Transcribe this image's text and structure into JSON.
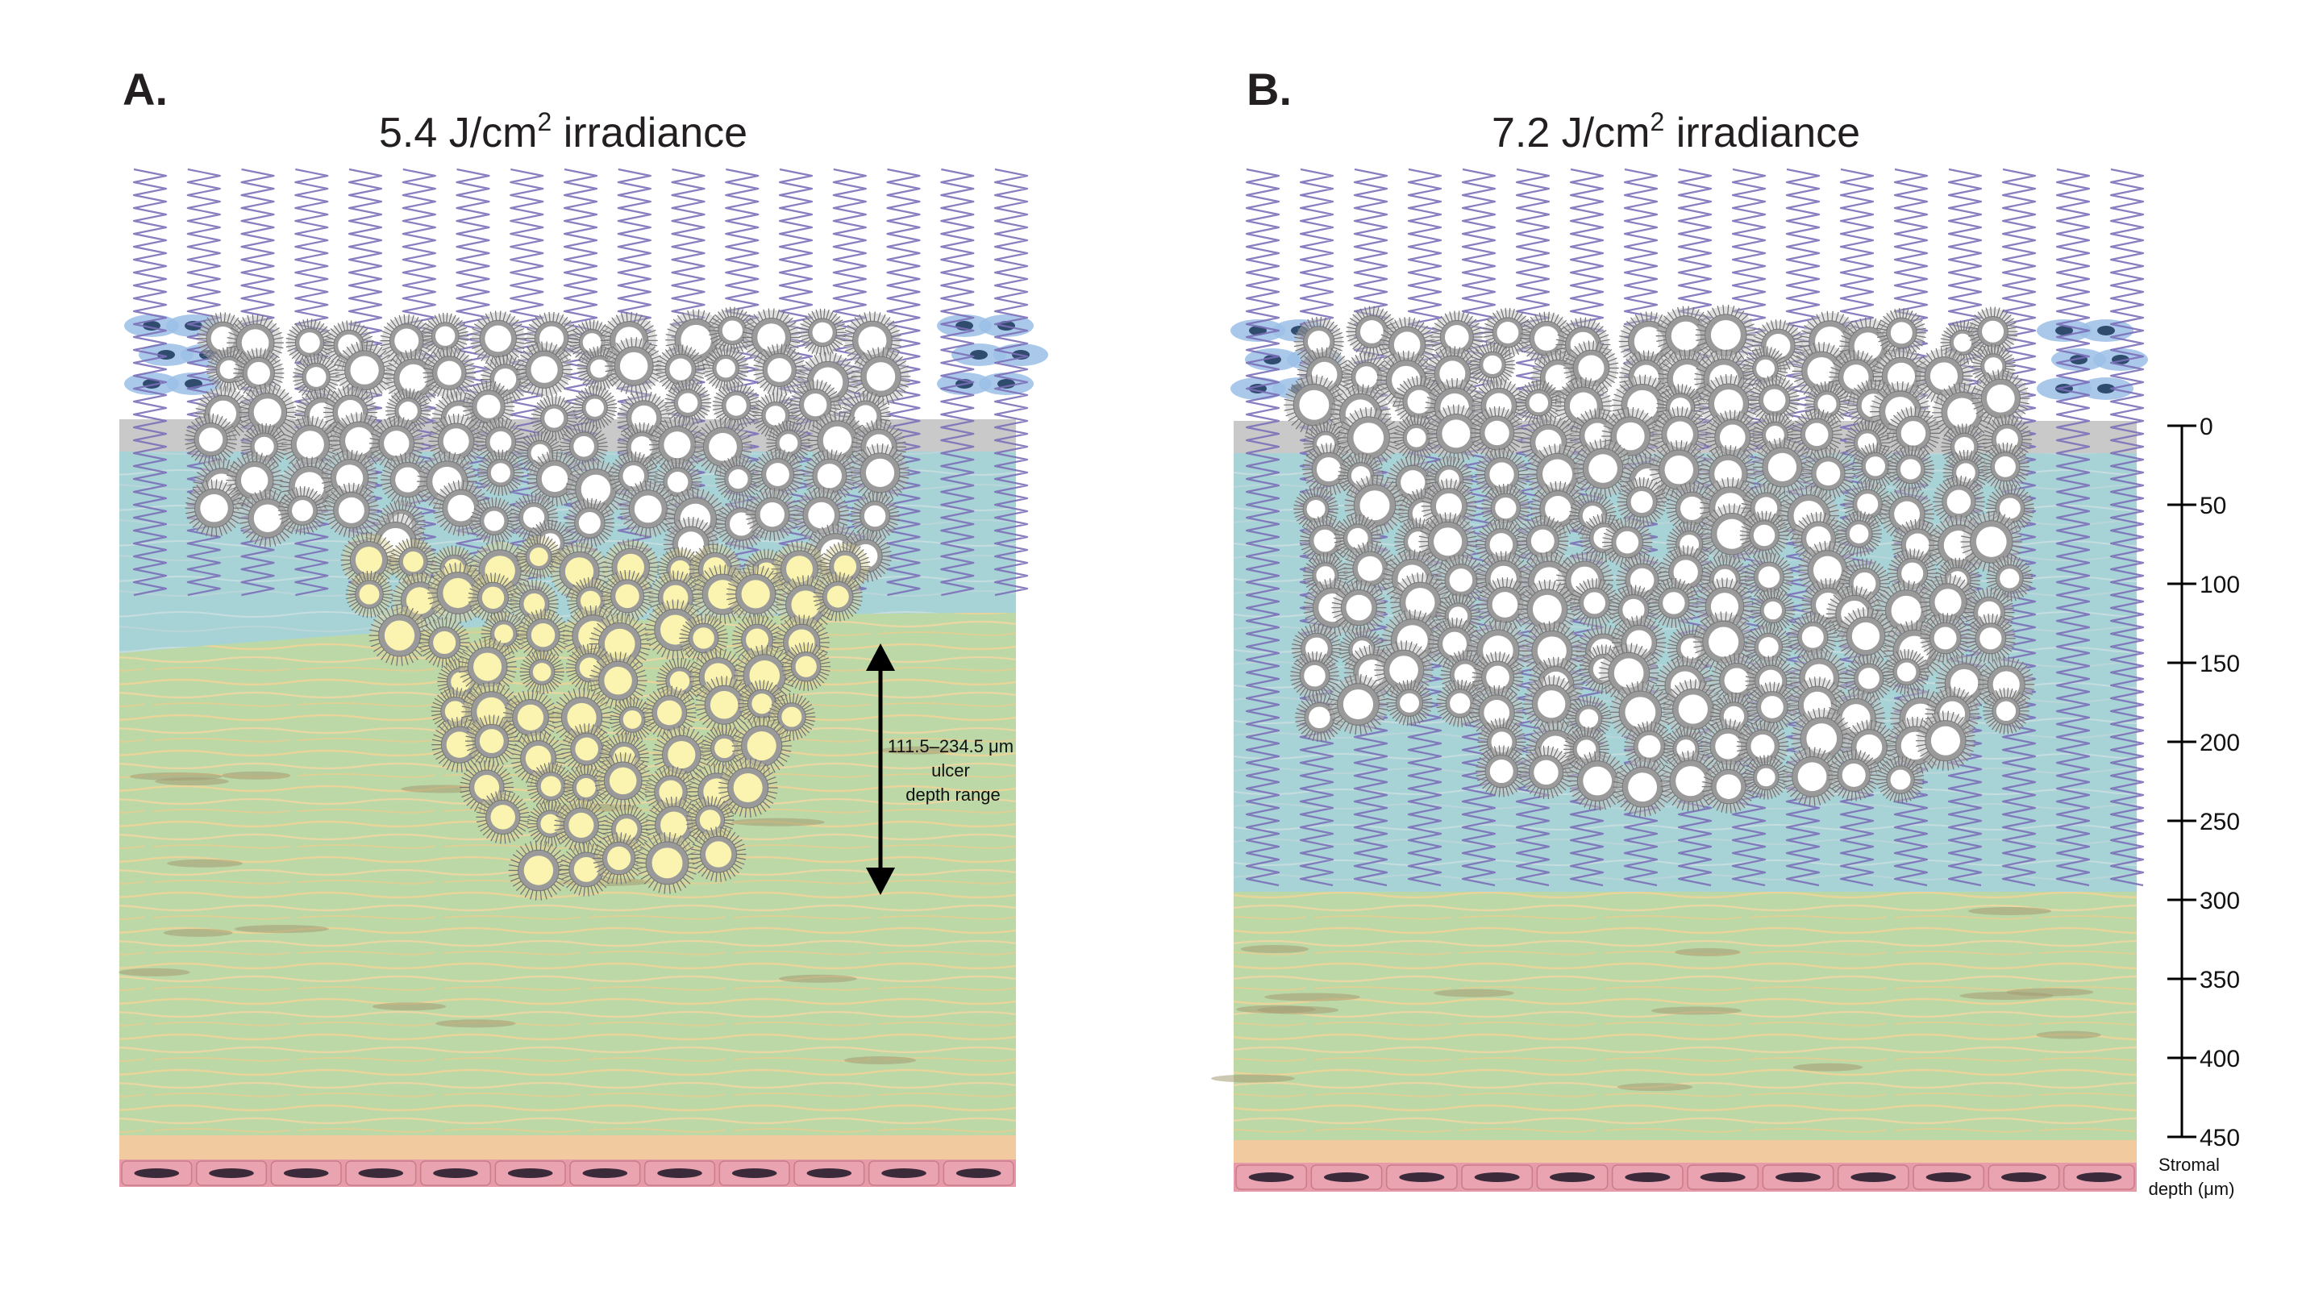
{
  "panels": [
    {
      "letter": "A.",
      "title_main": "5.4 J/cm",
      "title_sup": "2",
      "title_rest": " irradiance",
      "annotation": [
        "111.5–234.5 μm",
        "ulcer",
        "depth range"
      ]
    },
    {
      "letter": "B.",
      "title_main": "7.2 J/cm",
      "title_sup": "2",
      "title_rest": " irradiance"
    }
  ],
  "depth_scale": {
    "ticks": [
      "0",
      "50",
      "100",
      "150",
      "200",
      "250",
      "300",
      "350",
      "400",
      "450"
    ],
    "title_line1": "Stromal",
    "title_line2": "depth (μm)"
  },
  "colors": {
    "wave": "#7b6fb8",
    "epithelium_blue": "#9bbfe6",
    "basement_gray": "#c9c9c9",
    "anterior_stroma_blue": "#a7d3d6",
    "posterior_stroma_green": "#bcd8a7",
    "fibre_tan": "#e9d49a",
    "descemet_peach": "#f2caa0",
    "endothelium_pink": "#e79aa8",
    "cell_gray": "#8a8a8a",
    "ulcer_yellow": "#fbf4b0"
  }
}
